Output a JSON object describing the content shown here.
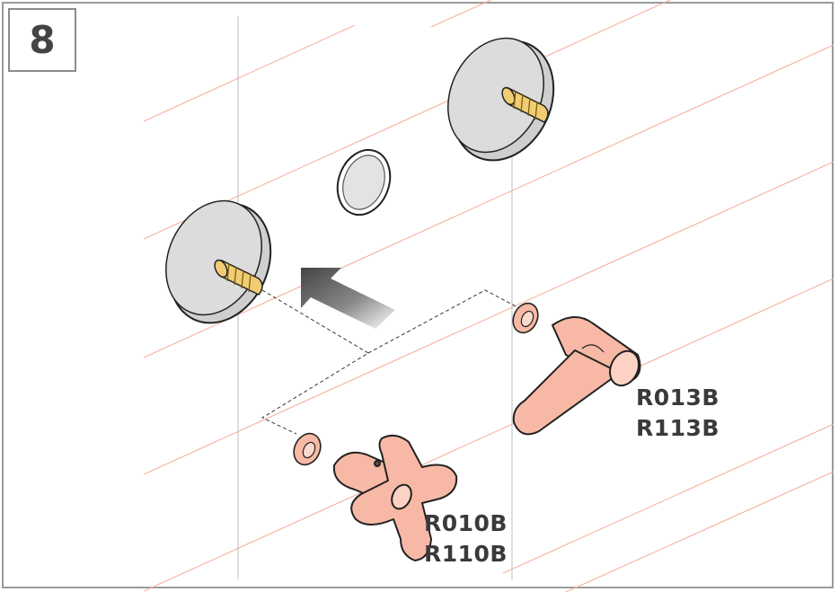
{
  "step": {
    "number": "8"
  },
  "models": {
    "lever": {
      "code_1": "R013B",
      "code_2": "R113B"
    },
    "cross_knob": {
      "code_1": "R010B",
      "code_2": "R110B"
    }
  },
  "colors": {
    "wall_line": "#f2b39f",
    "rose_gray": "#d6d6d6",
    "handle_salmon": "#f7b9a5",
    "stud_gold": "#f1cd72",
    "frame_border": "#9a9a9a",
    "label_text": "#3a3a3a"
  },
  "icons": [
    "rose-plate-icon",
    "threaded-stud-icon",
    "ring-icon",
    "insert-arrow-icon",
    "washer-icon",
    "lever-handle-icon",
    "cross-handle-icon"
  ]
}
